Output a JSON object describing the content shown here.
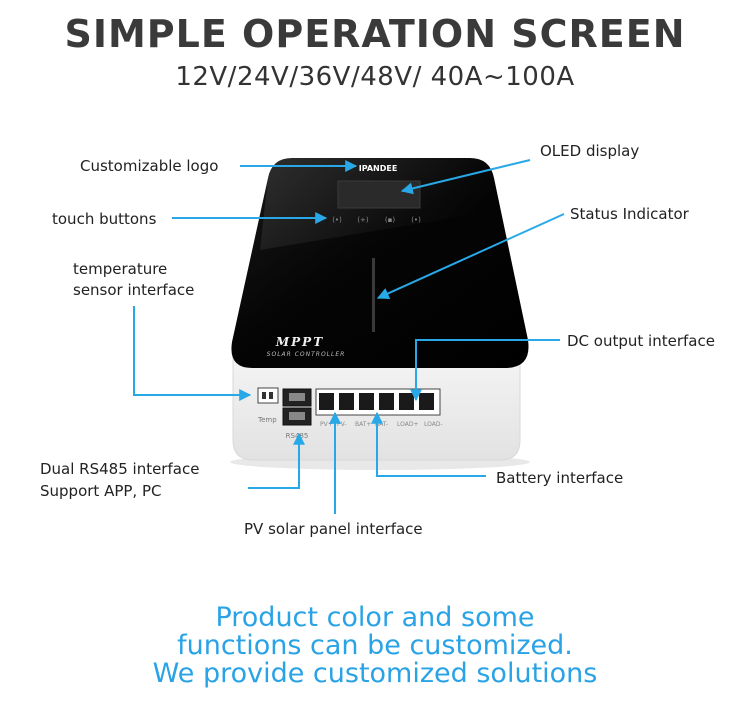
{
  "header": {
    "title": "SIMPLE OPERATION SCREEN",
    "subtitle": "12V/24V/36V/48V/  40A~100A"
  },
  "device": {
    "brand": "IPANDEE",
    "model": "MPPT",
    "model_sub": "SOLAR CONTROLLER",
    "button_icons": [
      "(•)",
      "(+)",
      "(▪)",
      "(•)"
    ],
    "temp_label": "Temp",
    "rs485_label": "RS485",
    "terminal_labels": [
      "PV+",
      "PV-",
      "BAT+",
      "BAT-",
      "LOAD+",
      "LOAD-"
    ]
  },
  "labels": {
    "customizable_logo": "Customizable logo",
    "touch_buttons": "touch buttons",
    "temp_sensor_line1": "temperature",
    "temp_sensor_line2": "sensor interface",
    "oled_display": "OLED display",
    "status_indicator": "Status Indicator",
    "dc_output": "DC output interface",
    "rs485_line1": "Dual RS485 interface",
    "rs485_line2": "Support APP, PC",
    "battery": "Battery interface",
    "pv_panel": "PV solar panel interface"
  },
  "footer": {
    "line1": "Product color and some",
    "line2": "functions can be customized.",
    "line3": "We provide customized solutions"
  },
  "colors": {
    "accent": "#2aa3e6",
    "arrow": "#29a8e8",
    "title": "#3a3a3a"
  }
}
